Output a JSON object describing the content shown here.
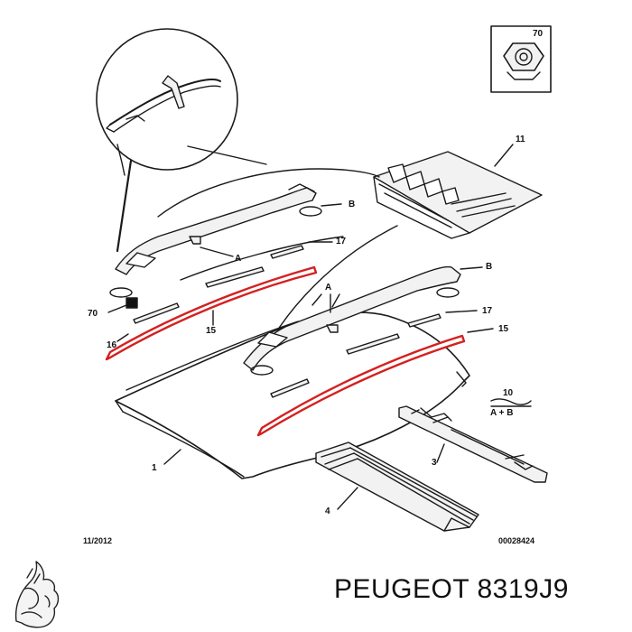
{
  "callouts": {
    "c70_box": "70",
    "c11": "11",
    "cB_upper": "B",
    "c17_upper": "17",
    "cA_upper": "A",
    "c70_left": "70",
    "c16": "16",
    "c15_left": "15",
    "cB_lower": "B",
    "cA_lower": "A",
    "c17_lower": "17",
    "c15_right": "15",
    "c10": "10",
    "c10_sub": "A + B",
    "c1": "1",
    "c3": "3",
    "c4": "4"
  },
  "footer": {
    "date": "11/2012",
    "reference": "00028424"
  },
  "brand": {
    "title": "PEUGEOT 8319J9",
    "logo_icon": "peugeot-lion-logo-icon"
  },
  "colors": {
    "line": "#1a1a1a",
    "highlight_strip": "#d42020",
    "part_fill": "#f2f2f2"
  }
}
